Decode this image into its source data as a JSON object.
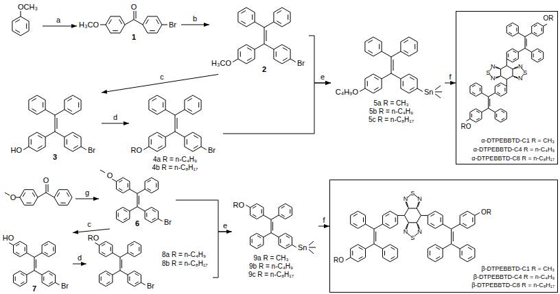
{
  "diagram": {
    "nodes": [
      {
        "text": [
          "OCH₃"
        ]
      },
      {
        "text": [
          "H₃CO",
          "O",
          "Br",
          "1"
        ]
      },
      {
        "text": [
          "H₃CO",
          "Br",
          "2"
        ]
      },
      {
        "text": [
          "HO",
          "Br",
          "3"
        ]
      },
      {
        "text": [
          "RO",
          "Br",
          "4a R = n-C₄H₉",
          "4b R = n-C₈H₁₇"
        ]
      },
      {
        "text": [
          "C₄H₉O",
          "Sn",
          "5a R = CH₃",
          "5b R = n-C₄H₉",
          "5c R = n-C₈H₁₇"
        ]
      },
      {
        "text": [
          "OR",
          "N",
          "N",
          "S",
          "S",
          "N",
          "N",
          "RO",
          "α-DTPEBBTD-C1 R = CH₃",
          "α-DTPEBBTD-C4 R = n-C₄H₉",
          "α-DTPEBBTD-C8 R = n-C₈H₁₇"
        ]
      },
      {
        "text": [
          "O",
          "O"
        ]
      },
      {
        "text": [
          "O",
          "Br",
          "6"
        ]
      },
      {
        "text": [
          "HO",
          "Br",
          "7"
        ]
      },
      {
        "text": [
          "RO",
          "Br",
          "8a R = n-C₄H₉",
          "8b R = n-C₈H₁₇"
        ]
      },
      {
        "text": [
          "RO",
          "Sn",
          "9a R = CH₃",
          "9b R = n-C₄H₉",
          "9c R = n-C₈H₁₇"
        ]
      },
      {
        "text": [
          "S",
          "N",
          "N",
          "RO",
          "OR",
          "N",
          "N",
          "S",
          "β-DTPEBBTD-C1 R = CH₃",
          "β-DTPEBBTD-C4 R = n-C₄H₉",
          "β-DTPEBBTD-C8 R = n-C₈H₁₇"
        ]
      }
    ],
    "edges": [
      {
        "from": 0,
        "to": 1,
        "arrow": "to",
        "label": "a"
      },
      {
        "from": 1,
        "to": 2,
        "arrow": "to",
        "label": "b"
      },
      {
        "from": 2,
        "to": 3,
        "arrow": "to",
        "label": "c"
      },
      {
        "from": 3,
        "to": 4,
        "arrow": "to",
        "label": "d"
      },
      {
        "from": 2,
        "to": 5,
        "arrow": "to",
        "label": "e"
      },
      {
        "from": 4,
        "to": 5,
        "arrow": "to"
      },
      {
        "from": 5,
        "to": 6,
        "arrow": "to",
        "label": "f"
      },
      {
        "from": 7,
        "to": 8,
        "arrow": "to",
        "label": "g"
      },
      {
        "from": 8,
        "to": 9,
        "arrow": "to",
        "label": "c"
      },
      {
        "from": 9,
        "to": 10,
        "arrow": "to",
        "label": "d"
      },
      {
        "from": 8,
        "to": 11,
        "arrow": "to",
        "label": "e"
      },
      {
        "from": 10,
        "to": 11,
        "arrow": "to"
      },
      {
        "from": 11,
        "to": 12,
        "arrow": "to",
        "label": "f"
      }
    ]
  }
}
